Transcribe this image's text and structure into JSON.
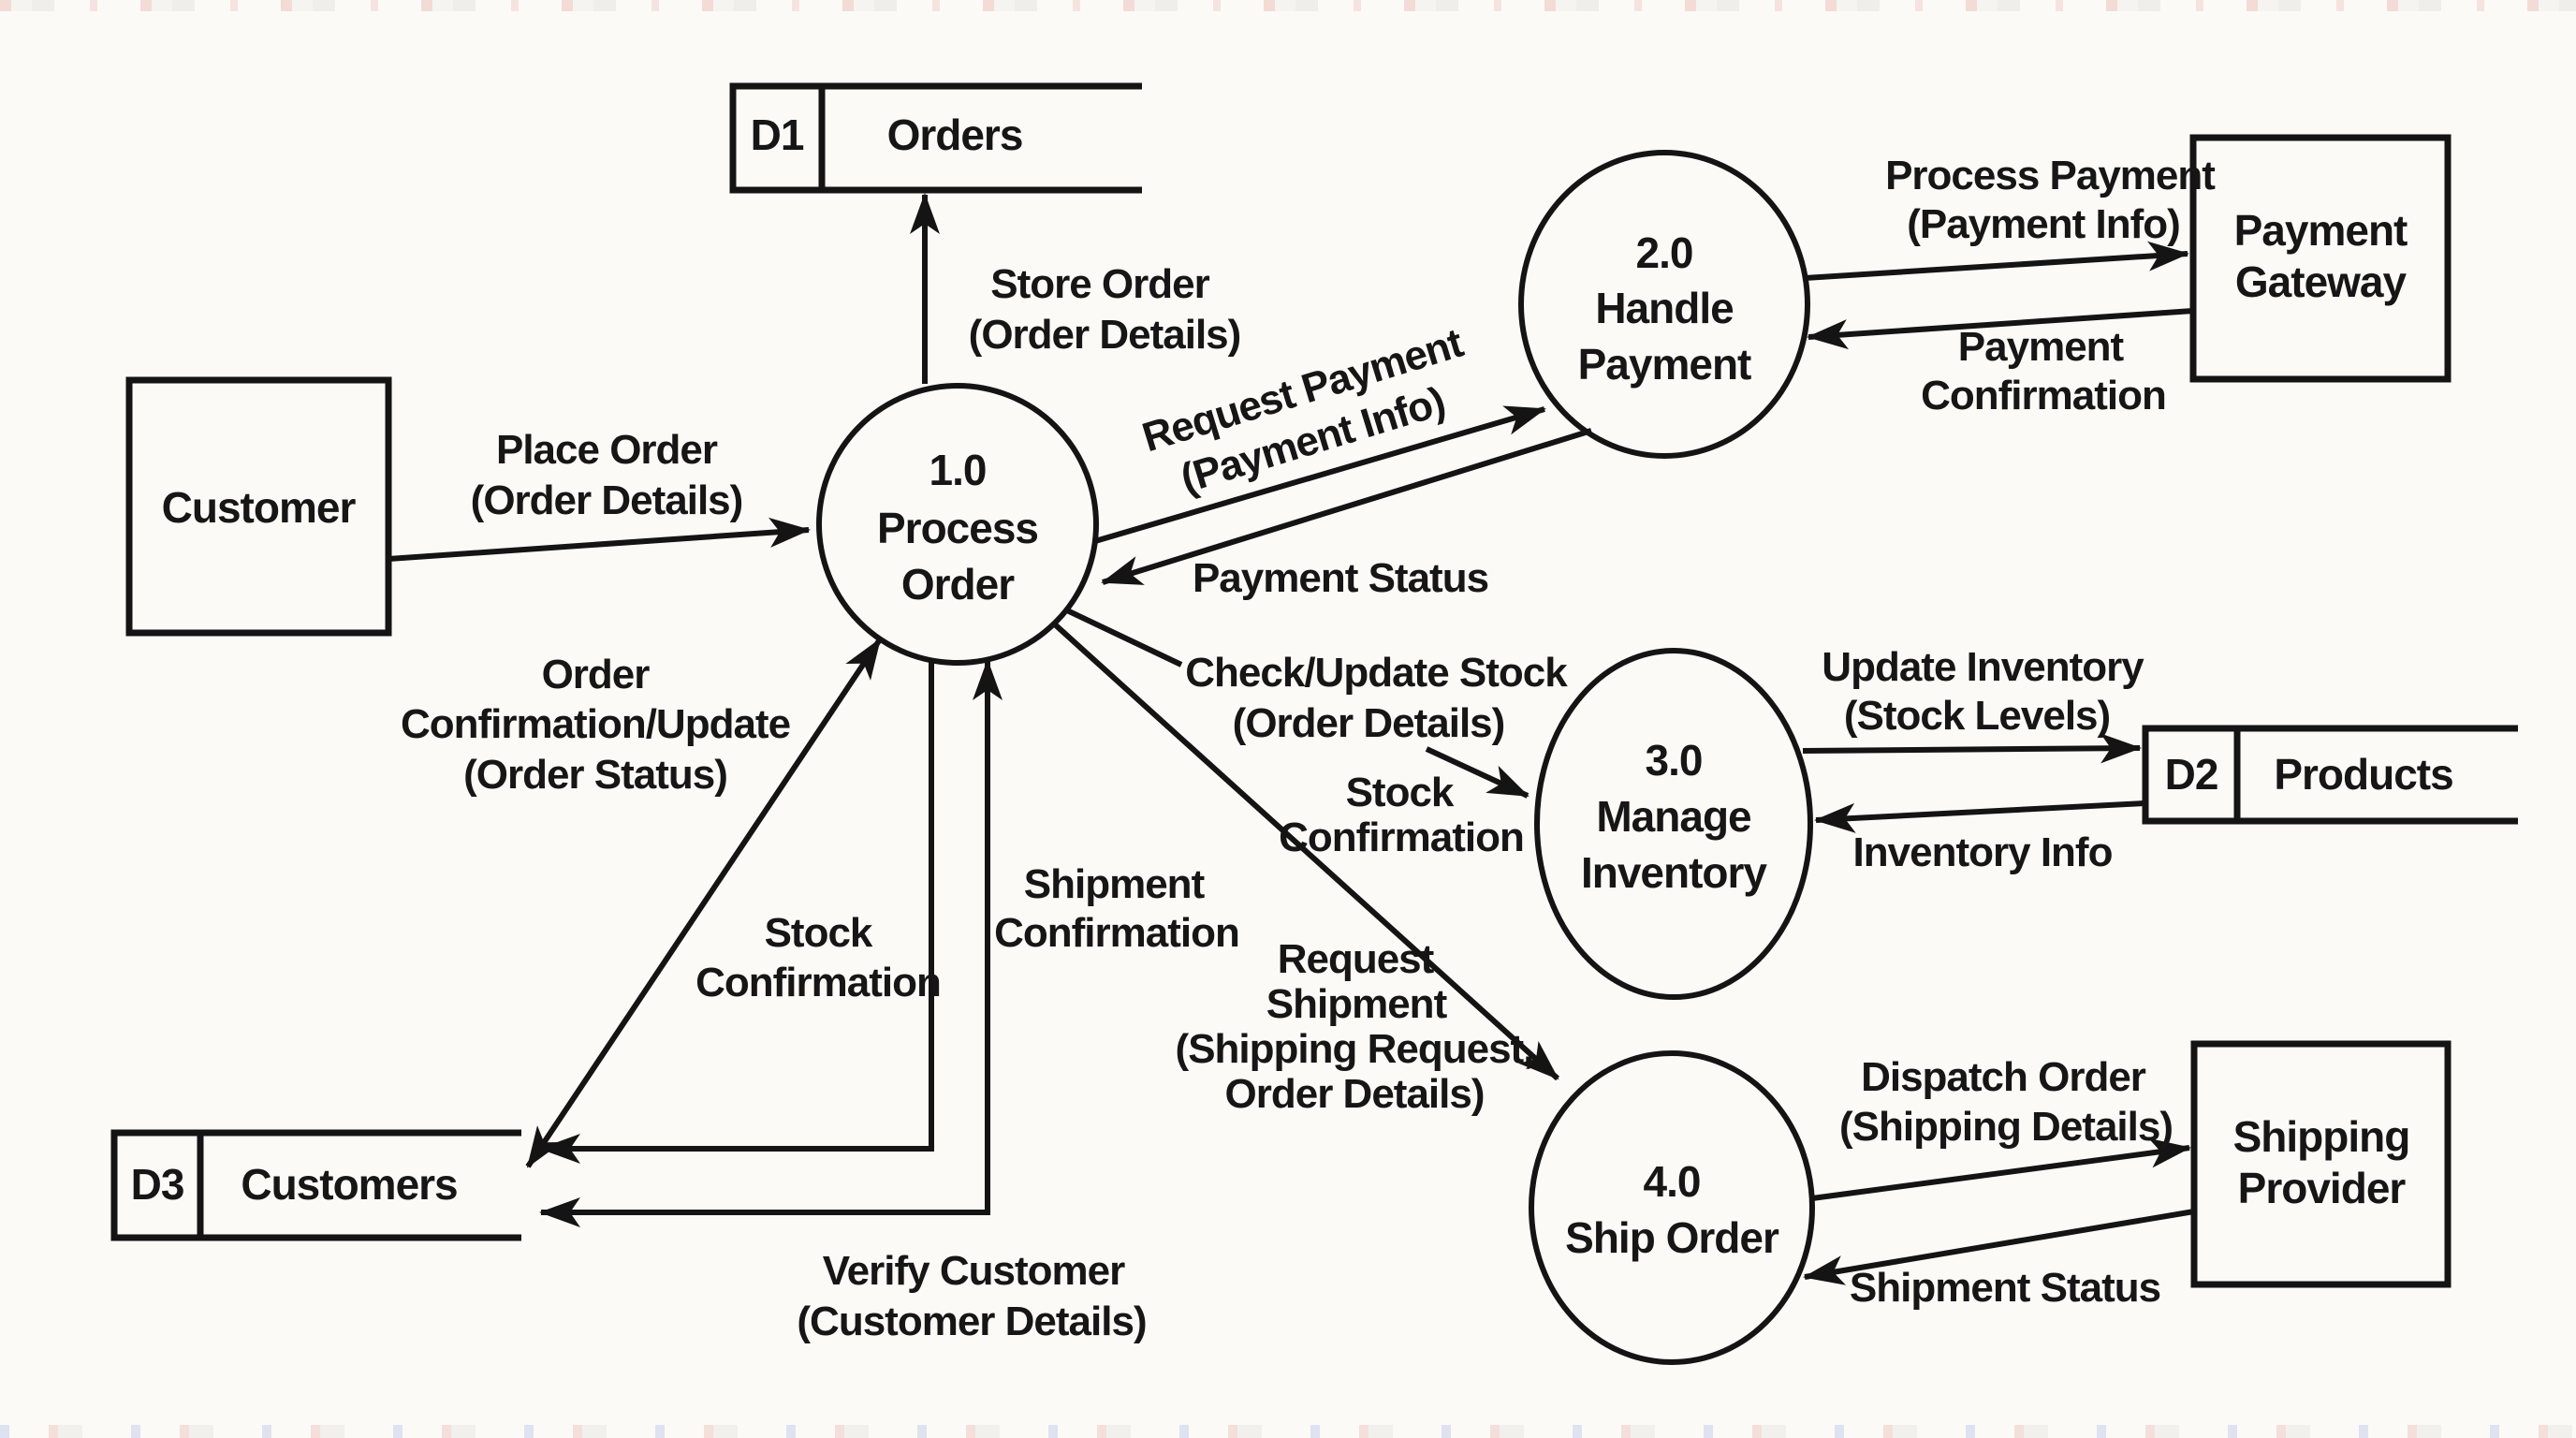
{
  "colors": {
    "ink": "#141414",
    "background": "#fbfaf7",
    "artifact_red": "#cd3e30",
    "artifact_blue": "#465fc8"
  },
  "entities": {
    "customer": {
      "label": "Customer"
    },
    "payment_gateway": {
      "line1": "Payment",
      "line2": "Gateway"
    },
    "shipping_provider": {
      "line1": "Shipping",
      "line2": "Provider"
    }
  },
  "processes": {
    "p1": {
      "id": "1.0",
      "line1": "Process",
      "line2": "Order"
    },
    "p2": {
      "id": "2.0",
      "line1": "Handle",
      "line2": "Payment"
    },
    "p3": {
      "id": "3.0",
      "line1": "Manage",
      "line2": "Inventory"
    },
    "p4": {
      "id": "4.0",
      "line1": "Ship Order"
    }
  },
  "datastores": {
    "d1": {
      "id": "D1",
      "label": "Orders"
    },
    "d2": {
      "id": "D2",
      "label": "Products"
    },
    "d3": {
      "id": "D3",
      "label": "Customers"
    }
  },
  "flows": {
    "store_order": {
      "line1": "Store Order",
      "line2": "(Order Details)"
    },
    "place_order": {
      "line1": "Place Order",
      "line2": "(Order Details)"
    },
    "request_payment": {
      "line1": "Request Payment",
      "line2": "(Payment Info)"
    },
    "payment_status": {
      "label": "Payment Status"
    },
    "process_payment": {
      "line1": "Process Payment",
      "line2": "(Payment Info)"
    },
    "payment_confirmation": {
      "line1": "Payment",
      "line2": "Confirmation"
    },
    "order_confirmation": {
      "line1": "Order",
      "line2": "Confirmation/Update",
      "line3": "(Order Status)"
    },
    "stock_confirmation_left": {
      "line1": "Stock",
      "line2": "Confirmation"
    },
    "shipment_confirmation": {
      "line1": "Shipment",
      "line2": "Confirmation"
    },
    "verify_customer": {
      "line1": "Verify Customer",
      "line2": "(Customer Details)"
    },
    "check_update_stock": {
      "line1": "Check/Update Stock",
      "line2": "(Order Details)"
    },
    "stock_confirmation_right": {
      "line1": "Stock",
      "line2": "Confirmation"
    },
    "update_inventory": {
      "line1": "Update Inventory",
      "line2": "(Stock Levels)"
    },
    "inventory_info": {
      "label": "Inventory Info"
    },
    "request_shipment": {
      "line1": "Request",
      "line2": "Shipment",
      "line3": "(Shipping Request,",
      "line4": "Order Details)"
    },
    "dispatch_order": {
      "line1": "Dispatch Order",
      "line2": "(Shipping Details)"
    },
    "shipment_status": {
      "label": "Shipment Status"
    }
  }
}
